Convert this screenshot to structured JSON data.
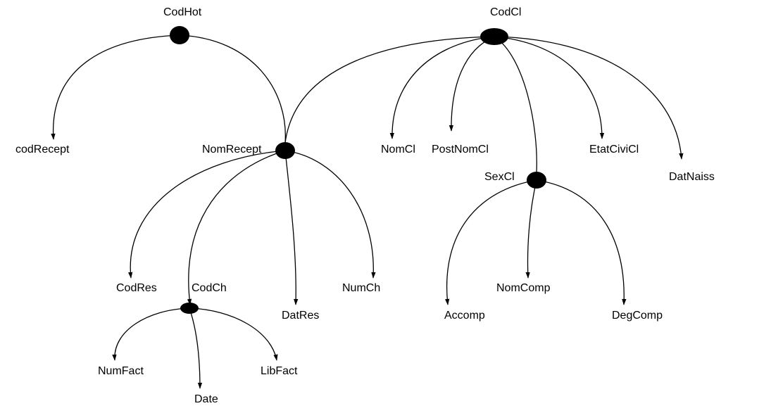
{
  "diagram": {
    "labels": {
      "codhot": "CodHot",
      "codcl": "CodCl",
      "codrecept": "codRecept",
      "nomrecept": "NomRecept",
      "nomcl": "NomCl",
      "postnomcl": "PostNomCl",
      "etatcivicl": "EtatCiviCl",
      "datnaiss": "DatNaiss",
      "sexcl": "SexCl",
      "codres": "CodRes",
      "codch": "CodCh",
      "datres": "DatRes",
      "numch": "NumCh",
      "accomp": "Accomp",
      "nomcomp": "NomComp",
      "degcomp": "DegComp",
      "numfact": "NumFact",
      "date": "Date",
      "libfact": "LibFact"
    },
    "edges": [
      {
        "from": "codhot",
        "to": "codrecept",
        "arrow": true
      },
      {
        "from": "codhot",
        "to": "nomrecept",
        "arrow": false
      },
      {
        "from": "codcl",
        "to": "nomrecept",
        "arrow": false
      },
      {
        "from": "codcl",
        "to": "nomcl",
        "arrow": true
      },
      {
        "from": "codcl",
        "to": "postnomcl",
        "arrow": true
      },
      {
        "from": "codcl",
        "to": "sexcl",
        "arrow": false
      },
      {
        "from": "codcl",
        "to": "etatcivicl",
        "arrow": true
      },
      {
        "from": "codcl",
        "to": "datnaiss",
        "arrow": true
      },
      {
        "from": "nomrecept",
        "to": "codres",
        "arrow": true
      },
      {
        "from": "nomrecept",
        "to": "codch",
        "arrow": true
      },
      {
        "from": "nomrecept",
        "to": "datres",
        "arrow": true
      },
      {
        "from": "nomrecept",
        "to": "numch",
        "arrow": true
      },
      {
        "from": "sexcl",
        "to": "accomp",
        "arrow": true
      },
      {
        "from": "sexcl",
        "to": "nomcomp",
        "arrow": true
      },
      {
        "from": "sexcl",
        "to": "degcomp",
        "arrow": true
      },
      {
        "from": "codch",
        "to": "numfact",
        "arrow": true
      },
      {
        "from": "codch",
        "to": "date",
        "arrow": true
      },
      {
        "from": "codch",
        "to": "libfact",
        "arrow": true
      }
    ]
  }
}
